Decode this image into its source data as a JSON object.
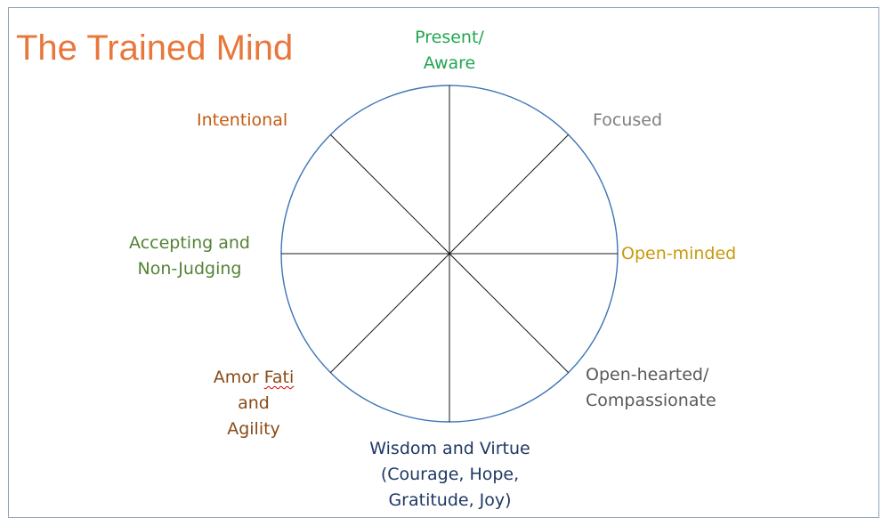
{
  "title": "The Trained Mind",
  "colors": {
    "title": "#e8773b",
    "circle": "#3d75b7",
    "spokes": "#1a1a1a",
    "present": "#21a650",
    "focused": "#7f7f7f",
    "open_minded": "#c9990a",
    "open_hearted": "#595959",
    "wisdom": "#1f3864",
    "amor_fati": "#8a4a17",
    "accepting": "#548235",
    "intentional": "#c55a11"
  },
  "labels": {
    "present": [
      "Present/",
      "Aware"
    ],
    "focused": "Focused",
    "open_minded": "Open-minded",
    "open_hearted": [
      "Open-hearted/",
      "Compassionate"
    ],
    "wisdom": [
      "Wisdom and Virtue",
      "(Courage, Hope,",
      "Gratitude, Joy)"
    ],
    "amor_fati": {
      "word1": "Amor",
      "word2": "Fati",
      "line2": "and",
      "line3": "Agility"
    },
    "accepting": [
      "Accepting and",
      "Non-Judging"
    ],
    "intentional": "Intentional"
  },
  "wheel": {
    "segments": 8,
    "circle_icon": "circle-wheel",
    "spoke_icon": "divider-line"
  }
}
